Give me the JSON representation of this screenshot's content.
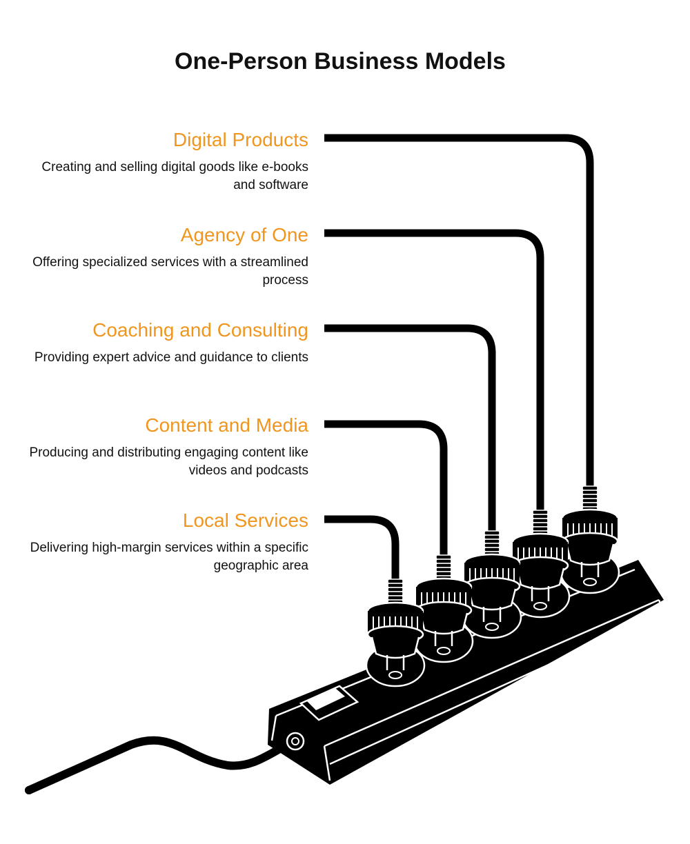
{
  "title": "One-Person Business Models",
  "colors": {
    "accent": "#F0961E",
    "text": "#111111",
    "art": "#000000"
  },
  "items": [
    {
      "title": "Digital Products",
      "description": "Creating and selling digital goods like e-books and software"
    },
    {
      "title": "Agency of One",
      "description": "Offering specialized services with a streamlined process"
    },
    {
      "title": "Coaching and Consulting",
      "description": "Providing expert advice and guidance to clients"
    },
    {
      "title": "Content and Media",
      "description": "Producing and distributing engaging content like videos and podcasts"
    },
    {
      "title": "Local Services",
      "description": "Delivering high-margin services within a specific geographic area"
    }
  ]
}
